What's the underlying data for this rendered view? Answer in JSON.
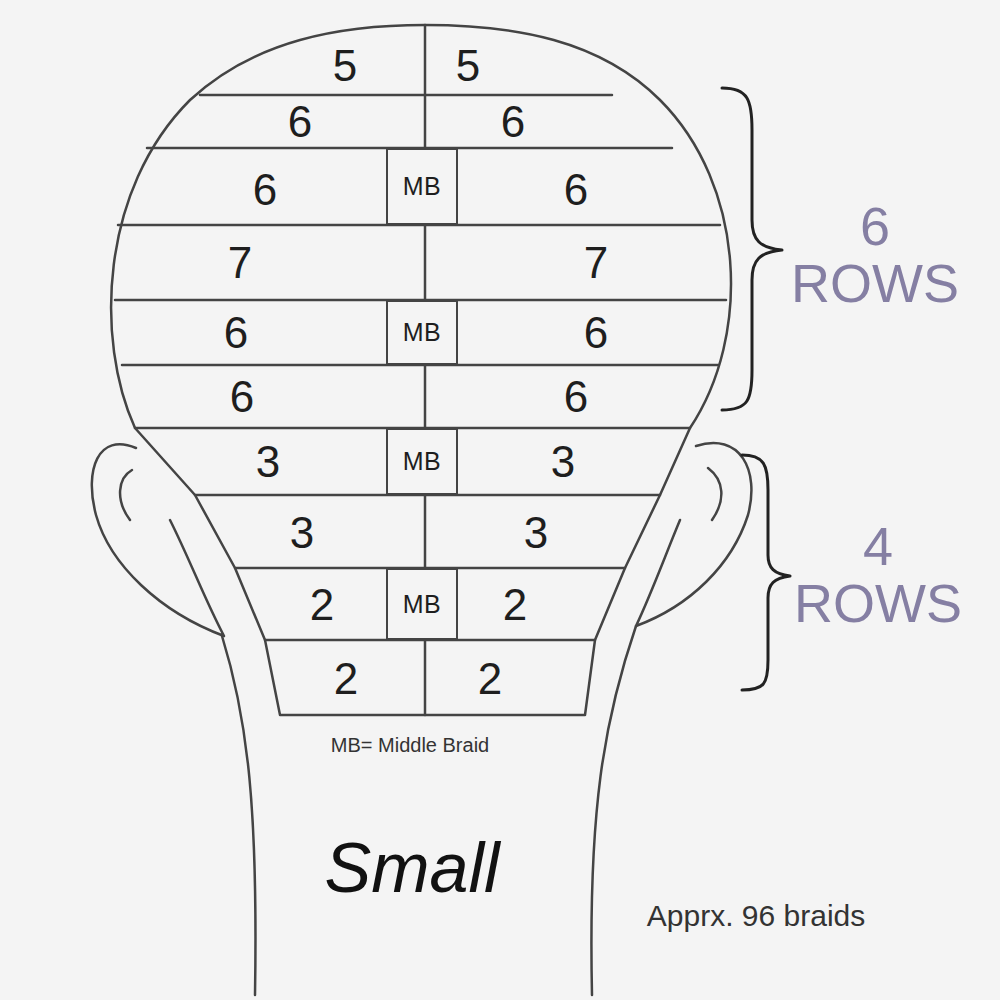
{
  "diagram": {
    "nodes": [
      {
        "text": [
          "MB"
        ]
      },
      {
        "text": [
          "MB"
        ]
      },
      {
        "text": [
          "MB"
        ]
      },
      {
        "text": [
          "MB"
        ]
      }
    ],
    "labels": [
      "5",
      "5",
      "6",
      "6",
      "6",
      "6",
      "7",
      "7",
      "6",
      "6",
      "6",
      "6",
      "3",
      "3",
      "3",
      "3",
      "2",
      "2",
      "2",
      "2",
      "6 ROWS",
      "4 ROWS",
      "MB= Middle Braid",
      "Small",
      "Apprx. 96 braids"
    ]
  }
}
